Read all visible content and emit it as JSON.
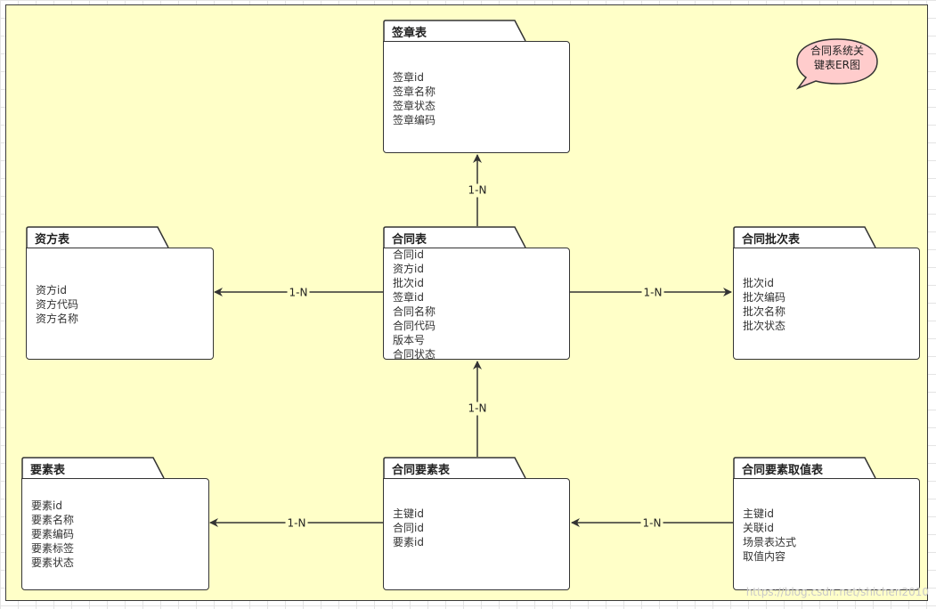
{
  "title_note": [
    "合同系统关",
    "键表ER图"
  ],
  "entities": [
    {
      "id": "sign",
      "name": "签章表",
      "fields": [
        "签章id",
        "签章名称",
        "签章状态",
        "签章编码"
      ]
    },
    {
      "id": "party",
      "name": "资方表",
      "fields": [
        "资方id",
        "资方代码",
        "资方名称"
      ]
    },
    {
      "id": "contract",
      "name": "合同表",
      "fields": [
        "合同id",
        "资方id",
        "批次id",
        "签章id",
        "合同名称",
        "合同代码",
        "版本号",
        "合同状态"
      ]
    },
    {
      "id": "batch",
      "name": "合同批次表",
      "fields": [
        "批次id",
        "批次编码",
        "批次名称",
        "批次状态"
      ]
    },
    {
      "id": "element",
      "name": "要素表",
      "fields": [
        "要素id",
        "要素名称",
        "要素编码",
        "要素标签",
        "要素状态"
      ]
    },
    {
      "id": "contract_element",
      "name": "合同要素表",
      "fields": [
        "主键id",
        "合同id",
        "要素id"
      ]
    },
    {
      "id": "element_value",
      "name": "合同要素取值表",
      "fields": [
        "主键id",
        "关联id",
        "场景表达式",
        "取值内容"
      ]
    }
  ],
  "relations": [
    {
      "from": "contract",
      "to": "sign",
      "label": "1-N"
    },
    {
      "from": "contract",
      "to": "party",
      "label": "1-N"
    },
    {
      "from": "contract",
      "to": "batch",
      "label": "1-N"
    },
    {
      "from": "contract_element",
      "to": "contract",
      "label": "1-N"
    },
    {
      "from": "contract_element",
      "to": "element",
      "label": "1-N"
    },
    {
      "from": "element_value",
      "to": "contract_element",
      "label": "1-N"
    }
  ],
  "colors": {
    "canvas": "#ffffc8",
    "box": "#ffffff",
    "stroke": "#333333",
    "note_fill": "#ffcccc"
  },
  "watermark": "https://blog.csdn.net/shichen2010"
}
